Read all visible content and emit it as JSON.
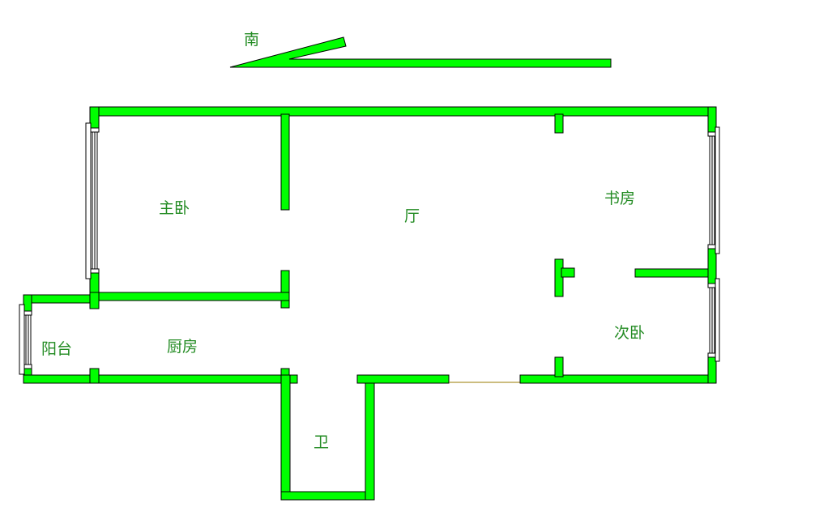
{
  "compass": {
    "label": "南",
    "direction": "south",
    "icon": "compass-arrow-icon"
  },
  "rooms": [
    {
      "id": "master-bedroom",
      "label": "主卧"
    },
    {
      "id": "living-room",
      "label": "厅"
    },
    {
      "id": "study",
      "label": "书房"
    },
    {
      "id": "second-bedroom",
      "label": "次卧"
    },
    {
      "id": "balcony",
      "label": "阳台"
    },
    {
      "id": "kitchen",
      "label": "厨房"
    },
    {
      "id": "bathroom",
      "label": "卫"
    }
  ],
  "colors": {
    "wall": "#00ff00",
    "wall_outline": "#000000",
    "label": "#228b22",
    "door_line": "#9a7b00",
    "background": "#ffffff"
  }
}
